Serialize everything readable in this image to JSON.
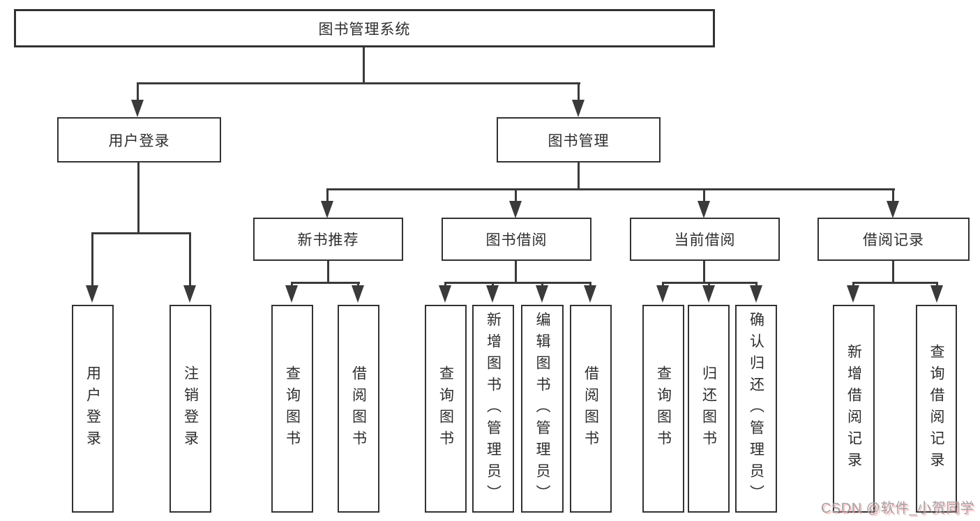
{
  "diagram": {
    "type": "tree",
    "title": "图书管理系统",
    "root": {
      "label": "图书管理系统",
      "children": [
        {
          "label": "用户登录",
          "children": [
            {
              "label": "用户登录"
            },
            {
              "label": "注销登录"
            }
          ]
        },
        {
          "label": "图书管理",
          "children": [
            {
              "label": "新书推荐",
              "children": [
                {
                  "label": "查询图书"
                },
                {
                  "label": "借阅图书"
                }
              ]
            },
            {
              "label": "图书借阅",
              "children": [
                {
                  "label": "查询图书"
                },
                {
                  "label": "新增图书（管理员）"
                },
                {
                  "label": "编辑图书（管理员）"
                },
                {
                  "label": "借阅图书"
                }
              ]
            },
            {
              "label": "当前借阅",
              "children": [
                {
                  "label": "查询图书"
                },
                {
                  "label": "归还图书"
                },
                {
                  "label": "确认归还（管理员）"
                }
              ]
            },
            {
              "label": "借阅记录",
              "children": [
                {
                  "label": "新增借阅记录"
                },
                {
                  "label": "查询借阅记录"
                }
              ]
            }
          ]
        }
      ]
    }
  },
  "watermark": {
    "text": "CSDN @软件_小贺同学"
  },
  "colors": {
    "background": "#ffffff",
    "box_border": "#323232",
    "line": "#3a3a3a",
    "text": "#2d2d2d",
    "watermark_gray": "#a3a3a3",
    "watermark_pink": "#f88c96"
  }
}
